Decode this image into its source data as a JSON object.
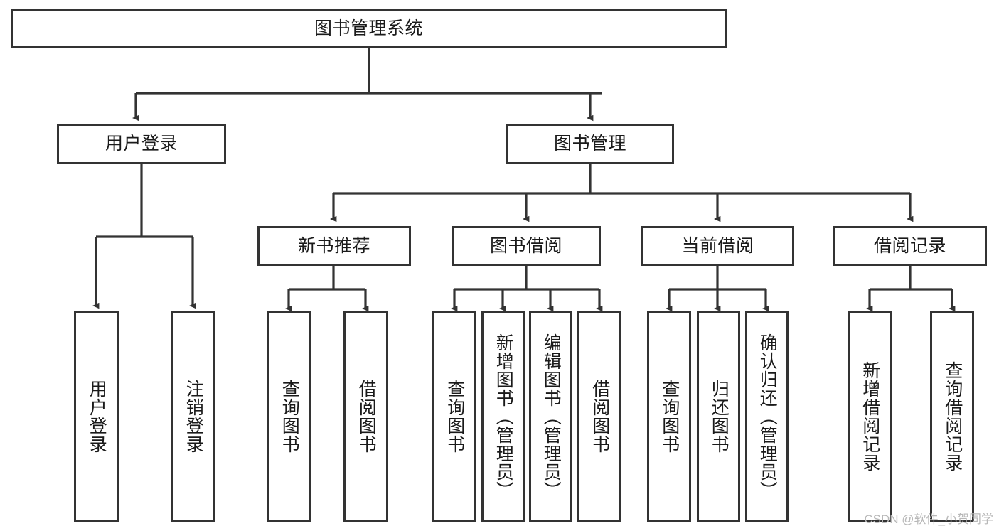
{
  "diagram": {
    "title": "图书管理系统",
    "style": {
      "line_color": "#333333",
      "box_border_color": "#333333",
      "box_fill": "#ffffff",
      "text_color": "#1a1a1a",
      "watermark_color": "#b8b8b8"
    },
    "nodes": {
      "root": "图书管理系统",
      "user_login": "用户登录",
      "book_manage": "图书管理",
      "new_book_recommend": "新书推荐",
      "book_borrow": "图书借阅",
      "current_borrow": "当前借阅",
      "borrow_record": "借阅记录",
      "leaf_user_login": "用户登录",
      "leaf_logout_login": "注销登录",
      "leaf_query_book_1": "查询图书",
      "leaf_borrow_book_1": "借阅图书",
      "leaf_query_book_2": "查询图书",
      "leaf_add_book_admin": "新增图书（管理员）",
      "leaf_edit_book_admin": "编辑图书（管理员）",
      "leaf_borrow_book_2": "借阅图书",
      "leaf_query_book_3": "查询图书",
      "leaf_return_book": "归还图书",
      "leaf_confirm_return_admin": "确认归还（管理员）",
      "leaf_add_borrow_record": "新增借阅记录",
      "leaf_query_borrow_record": "查询借阅记录"
    },
    "watermark": "CSDN @软件_小贺同学"
  }
}
